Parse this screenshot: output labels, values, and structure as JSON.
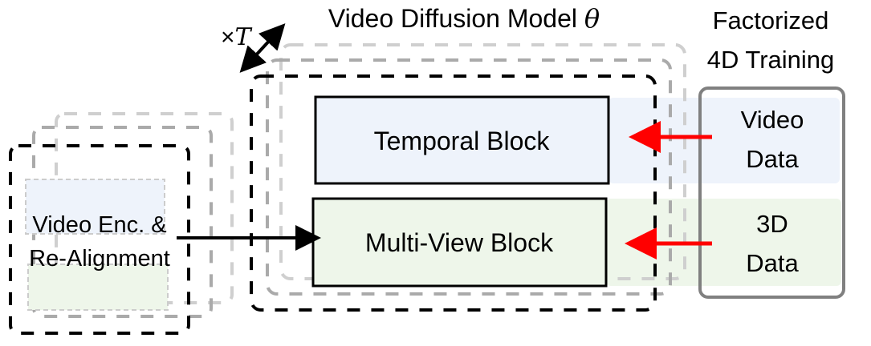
{
  "title": {
    "text": "Video Diffusion Model",
    "symbol": "θ"
  },
  "repeat_label": {
    "prefix": "×",
    "symbol": "T"
  },
  "encoder": {
    "line1": "Video Enc. &",
    "line2": "Re-Alignment"
  },
  "blocks": {
    "temporal": "Temporal Block",
    "multiview": "Multi-View Block"
  },
  "training": {
    "line1": "Factorized",
    "line2": "4D Training"
  },
  "data_sources": {
    "video": {
      "line1": "Video",
      "line2": "Data"
    },
    "threed": {
      "line1": "3D",
      "line2": "Data"
    }
  },
  "colors": {
    "blue_fill": "#eef3fb",
    "green_fill": "#eef6ea",
    "red_arrow": "#ff0000",
    "gray_box": "#808080"
  }
}
